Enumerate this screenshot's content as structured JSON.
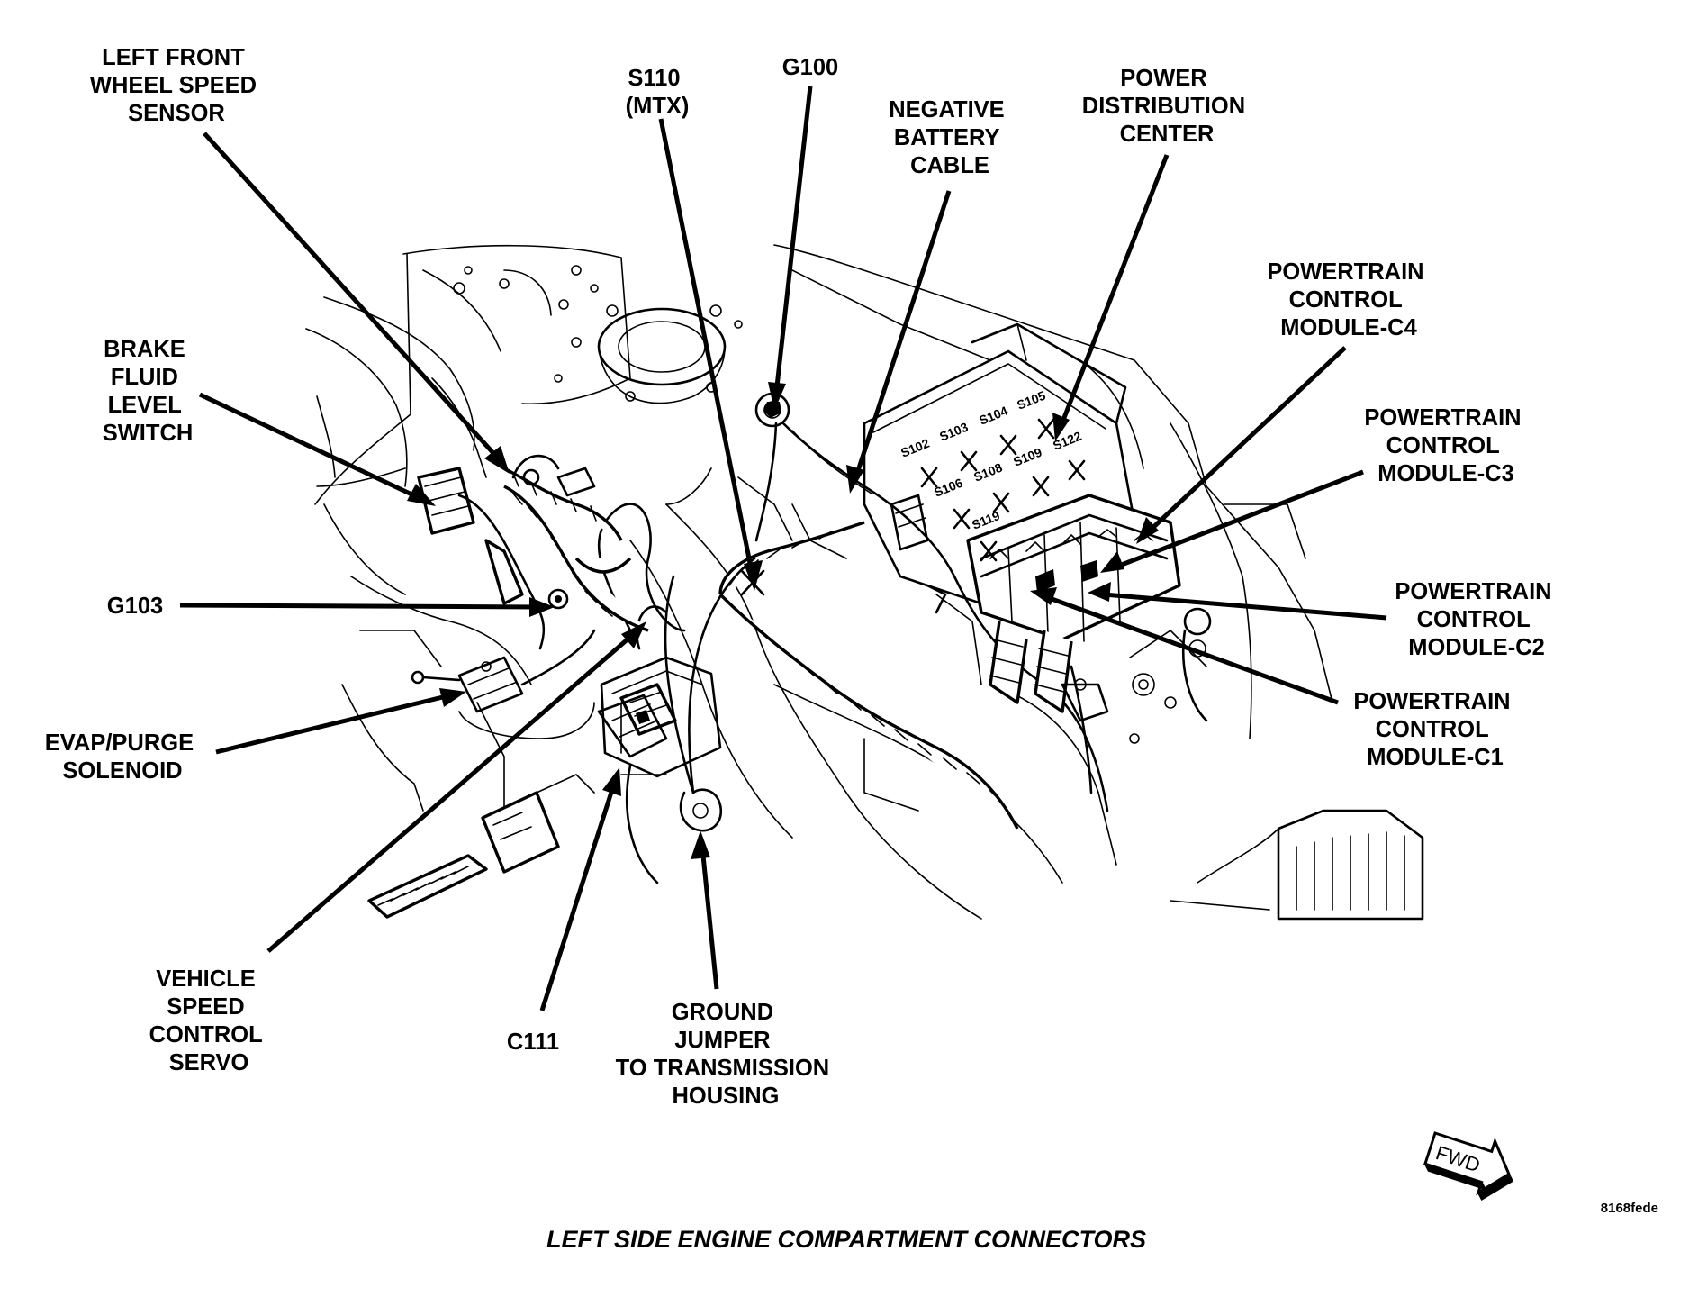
{
  "caption": "LEFT SIDE ENGINE COMPARTMENT CONNECTORS",
  "figure_id": "8168fede",
  "fwd_label": "FWD",
  "labels": {
    "lf_wheel_speed_sensor": [
      "LEFT FRONT",
      "WHEEL SPEED",
      "SENSOR"
    ],
    "s110": [
      "S110",
      "(MTX)"
    ],
    "g100": [
      "G100"
    ],
    "negative_battery_cable": [
      "NEGATIVE",
      "BATTERY",
      "CABLE"
    ],
    "power_distribution_center": [
      "POWER",
      "DISTRIBUTION",
      "CENTER"
    ],
    "pcm_c4": [
      "POWERTRAIN",
      "CONTROL",
      "MODULE-C4"
    ],
    "pcm_c3": [
      "POWERTRAIN",
      "CONTROL",
      "MODULE-C3"
    ],
    "pcm_c2": [
      "POWERTRAIN",
      "CONTROL",
      "MODULE-C2"
    ],
    "pcm_c1": [
      "POWERTRAIN",
      "CONTROL",
      "MODULE-C1"
    ],
    "brake_fluid_level_switch": [
      "BRAKE",
      "FLUID",
      "LEVEL",
      "SWITCH"
    ],
    "g103": [
      "G103"
    ],
    "evap_purge_solenoid": [
      "EVAP/PURGE",
      "SOLENOID"
    ],
    "vehicle_speed_control_servo": [
      "VEHICLE",
      "SPEED",
      "CONTROL",
      "SERVO"
    ],
    "c111": [
      "C111"
    ],
    "ground_jumper": [
      "GROUND",
      "JUMPER",
      "TO TRANSMISSION",
      "HOUSING"
    ]
  },
  "splice_labels": [
    "S102",
    "S103",
    "S104",
    "S105",
    "S106",
    "S108",
    "S109",
    "S122",
    "S119"
  ]
}
